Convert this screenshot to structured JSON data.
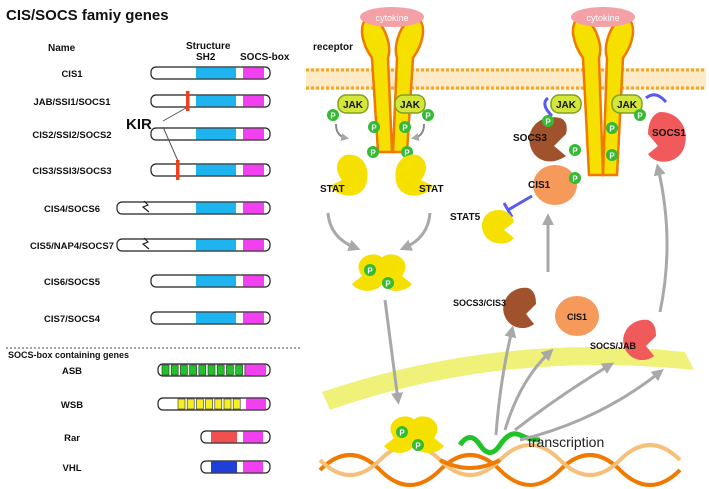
{
  "title": "CIS/SOCS famiy genes",
  "headers": {
    "name": "Name",
    "structure": "Structure",
    "sh2": "SH2",
    "socs_box": "SOCS-box"
  },
  "kir_label": "KIR",
  "genes": [
    {
      "name": "CIS1",
      "kir": false,
      "break": false
    },
    {
      "name": "JAB/SSI1/SOCS1",
      "kir": true,
      "break": false
    },
    {
      "name": "CIS2/SSI2/SOCS2",
      "kir": false,
      "break": false
    },
    {
      "name": "CIS3/SSI3/SOCS3",
      "kir": true,
      "break": false
    },
    {
      "name": "CIS4/SOCS6",
      "kir": false,
      "break": true
    },
    {
      "name": "CIS5/NAP4/SOCS7",
      "kir": false,
      "break": true
    },
    {
      "name": "CIS6/SOCS5",
      "kir": false,
      "break": false
    },
    {
      "name": "CIS7/SOCS4",
      "kir": false,
      "break": false
    }
  ],
  "socs_box_section_title": "SOCS-box containing genes",
  "socs_box_genes": [
    {
      "name": "ASB",
      "domain": "ankyrin-repeats",
      "color": "#22c22a"
    },
    {
      "name": "WSB",
      "domain": "WD40-repeats",
      "color": "#f5ee22"
    },
    {
      "name": "Rar",
      "domain": "rar",
      "color": "#f05050"
    },
    {
      "name": "VHL",
      "domain": "vhl",
      "color": "#1e3fd8"
    }
  ],
  "colors": {
    "sh2": "#1eb4f0",
    "socs_box": "#f040f0",
    "kir": "#f04020",
    "membrane": "#f5a623",
    "receptor": "#f5e000",
    "receptor_edge": "#f07a00",
    "jak": "#d4e63a",
    "phospho": "#33bb33",
    "socs3": "#a0522d",
    "cis1": "#f59a5a",
    "socs1": "#f05a5a",
    "stat": "#f5e000",
    "nucleus": "#eef06a"
  },
  "pathway": {
    "cytokine_left": "cytokine",
    "cytokine_right": "cytokine",
    "receptor": "receptor",
    "jak": "JAK",
    "p": "P",
    "stat": "STAT",
    "stat5": "STAT5",
    "socs3": "SOCS3",
    "cis1": "CIS1",
    "socs1": "SOCS1",
    "socs3_cis3": "SOCS3/CIS3",
    "cis1_mid": "CIS1",
    "socs_jab": "SOCS/JAB",
    "transcription": "transcription"
  }
}
